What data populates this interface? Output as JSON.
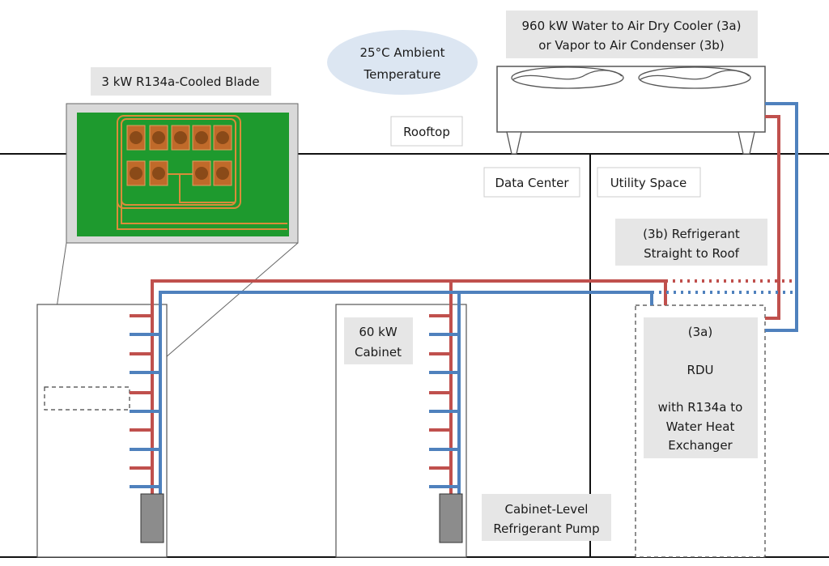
{
  "labels": {
    "blade_title": "3 kW R134a-Cooled Blade",
    "ambient_line1": "25°C Ambient",
    "ambient_line2": "Temperature",
    "cooler_line1": "960 kW Water to Air Dry Cooler (3a)",
    "cooler_line2": "or Vapor to Air Condenser (3b)",
    "rooftop": "Rooftop",
    "data_center": "Data Center",
    "utility_space": "Utility Space",
    "refrigerant_line1": "(3b) Refrigerant",
    "refrigerant_line2": "Straight to Roof",
    "cabinet_line1": "60 kW",
    "cabinet_line2": "Cabinet",
    "rdu_line1": "(3a)",
    "rdu_line2": "RDU",
    "rdu_line3": "with R134a to",
    "rdu_line4": "Water Heat",
    "rdu_line5": "Exchanger",
    "pump_line1": "Cabinet-Level",
    "pump_line2": "Refrigerant Pump"
  },
  "colors": {
    "supply_pipe": "#c0504d",
    "return_pipe": "#4f81bd",
    "label_box": "#e6e6e6",
    "ambient_ellipse": "#dce6f2",
    "board_green": "#1e9a2e",
    "board_frame": "#d9d9d9",
    "chip": "#c06a2a",
    "pump": "#8c8c8c"
  }
}
